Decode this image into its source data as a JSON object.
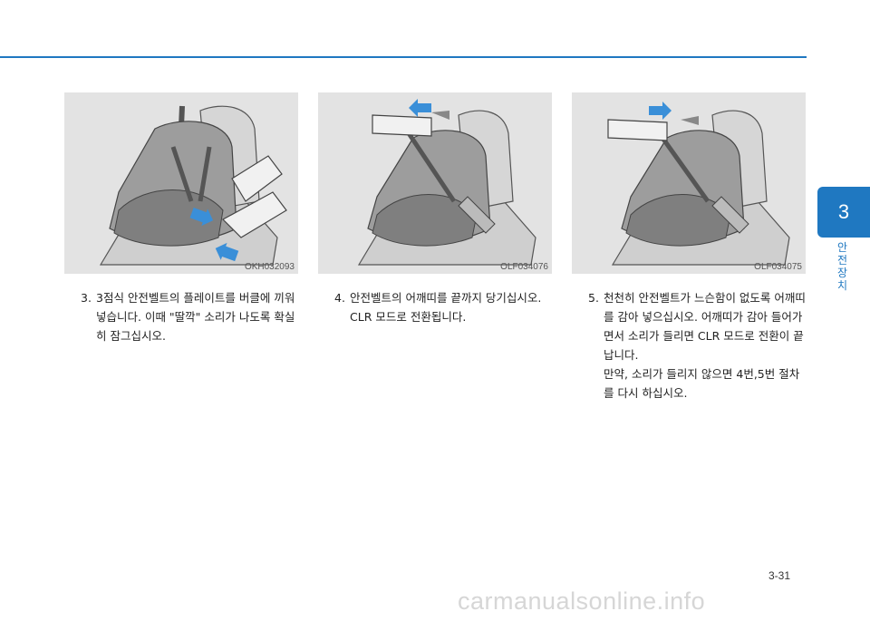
{
  "chapter": {
    "number": "3",
    "title": "안전 장치"
  },
  "figures": [
    {
      "code": "OKH032093"
    },
    {
      "code": "OLF034076"
    },
    {
      "code": "OLF034075"
    }
  ],
  "steps": [
    {
      "number": "3.",
      "paragraphs": [
        "3점식 안전벨트의 플레이트를 버클에 끼워 넣습니다. 이때 \"딸깍\" 소리가 나도록 확실히 잠그십시오."
      ]
    },
    {
      "number": "4.",
      "paragraphs": [
        "안전벨트의 어깨띠를 끝까지 당기십시오. CLR 모드로 전환됩니다."
      ]
    },
    {
      "number": "5.",
      "paragraphs": [
        "천천히 안전벨트가 느슨함이 없도록 어깨띠를 감아 넣으십시오. 어깨띠가 감아 들어가면서 소리가 들리면 CLR 모드로 전환이 끝납니다.",
        "만약, 소리가 들리지 않으면 4번,5번 절차를 다시 하십시오."
      ]
    }
  ],
  "page_number": "3-31",
  "watermark": "carmanualsonline.info",
  "colors": {
    "accent": "#1f78c1",
    "arrow": "#3a8fd8"
  }
}
